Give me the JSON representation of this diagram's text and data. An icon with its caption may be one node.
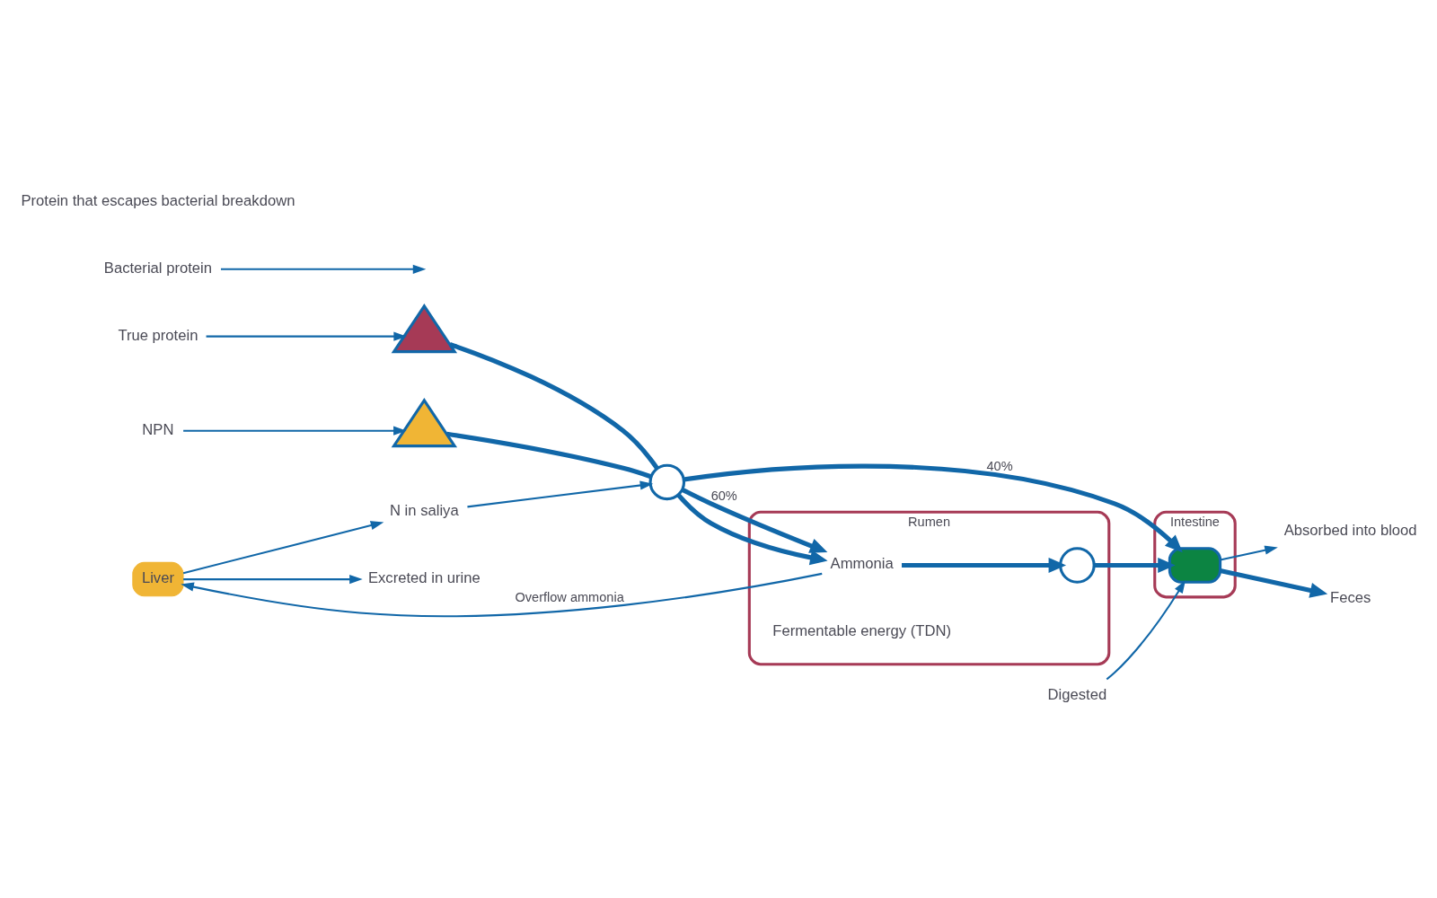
{
  "diagram": {
    "nodes": [
      {
        "text": [
          "Rumen"
        ]
      },
      {
        "text": [
          "Intestine"
        ]
      },
      {
        "text": [],
        "shape": "triangle"
      },
      {
        "text": [],
        "shape": "triangle"
      },
      {
        "text": [
          "True protein"
        ]
      },
      {
        "text": [
          "NPN"
        ]
      },
      {
        "text": [
          "N in saliya"
        ]
      },
      {
        "text": [
          "Liver"
        ]
      },
      {
        "text": [
          "Excreted in urine"
        ]
      },
      {
        "text": [],
        "shape": "circle"
      },
      {
        "text": [
          "Ammonia"
        ],
        "in": 0
      },
      {
        "text": [],
        "shape": "circle",
        "in": 0
      },
      {
        "text": [
          "Fermentable energy (TDN)"
        ],
        "in": 0
      },
      {
        "text": [],
        "shape": "box",
        "in": 1
      },
      {
        "text": [
          "Absorbed into blood"
        ]
      },
      {
        "text": [
          "Digested"
        ]
      },
      {
        "text": [
          "Bacterial protein"
        ]
      },
      {
        "text": [
          "Feces"
        ]
      }
    ],
    "edges": [
      {
        "from": 4,
        "to": 2,
        "arrow": "to"
      },
      {
        "from": 5,
        "to": 3,
        "arrow": "to"
      },
      {
        "from": 2,
        "to": 9,
        "arrow": "none",
        "style": "thick"
      },
      {
        "from": 3,
        "to": 9,
        "arrow": "none",
        "style": "thick"
      },
      {
        "from": 6,
        "to": 9,
        "arrow": "to"
      },
      {
        "from": 7,
        "to": 6,
        "arrow": "to"
      },
      {
        "from": 7,
        "to": 8,
        "arrow": "to"
      },
      {
        "from": 10,
        "to": 7,
        "arrow": "to",
        "label": "Overflow ammonia"
      },
      {
        "from": 9,
        "to": 10,
        "arrow": "to",
        "label": "60%",
        "style": "thick"
      },
      {
        "from": 9,
        "to": 10,
        "arrow": "to",
        "style": "thick"
      },
      {
        "from": 9,
        "to": 13,
        "arrow": "to",
        "label": "40%",
        "style": "thick"
      },
      {
        "from": 10,
        "to": 11,
        "arrow": "to",
        "style": "thick"
      },
      {
        "from": 11,
        "to": 13,
        "arrow": "to",
        "style": "thick"
      },
      {
        "from": 16,
        "to": null,
        "arrow": "to"
      },
      {
        "from": 13,
        "to": 14,
        "arrow": "to"
      },
      {
        "from": 15,
        "to": 13,
        "arrow": "to"
      },
      {
        "from": 13,
        "to": 17,
        "arrow": "to",
        "style": "thick"
      }
    ],
    "labels": [
      "Protein that escapes bacterial breakdown"
    ]
  }
}
